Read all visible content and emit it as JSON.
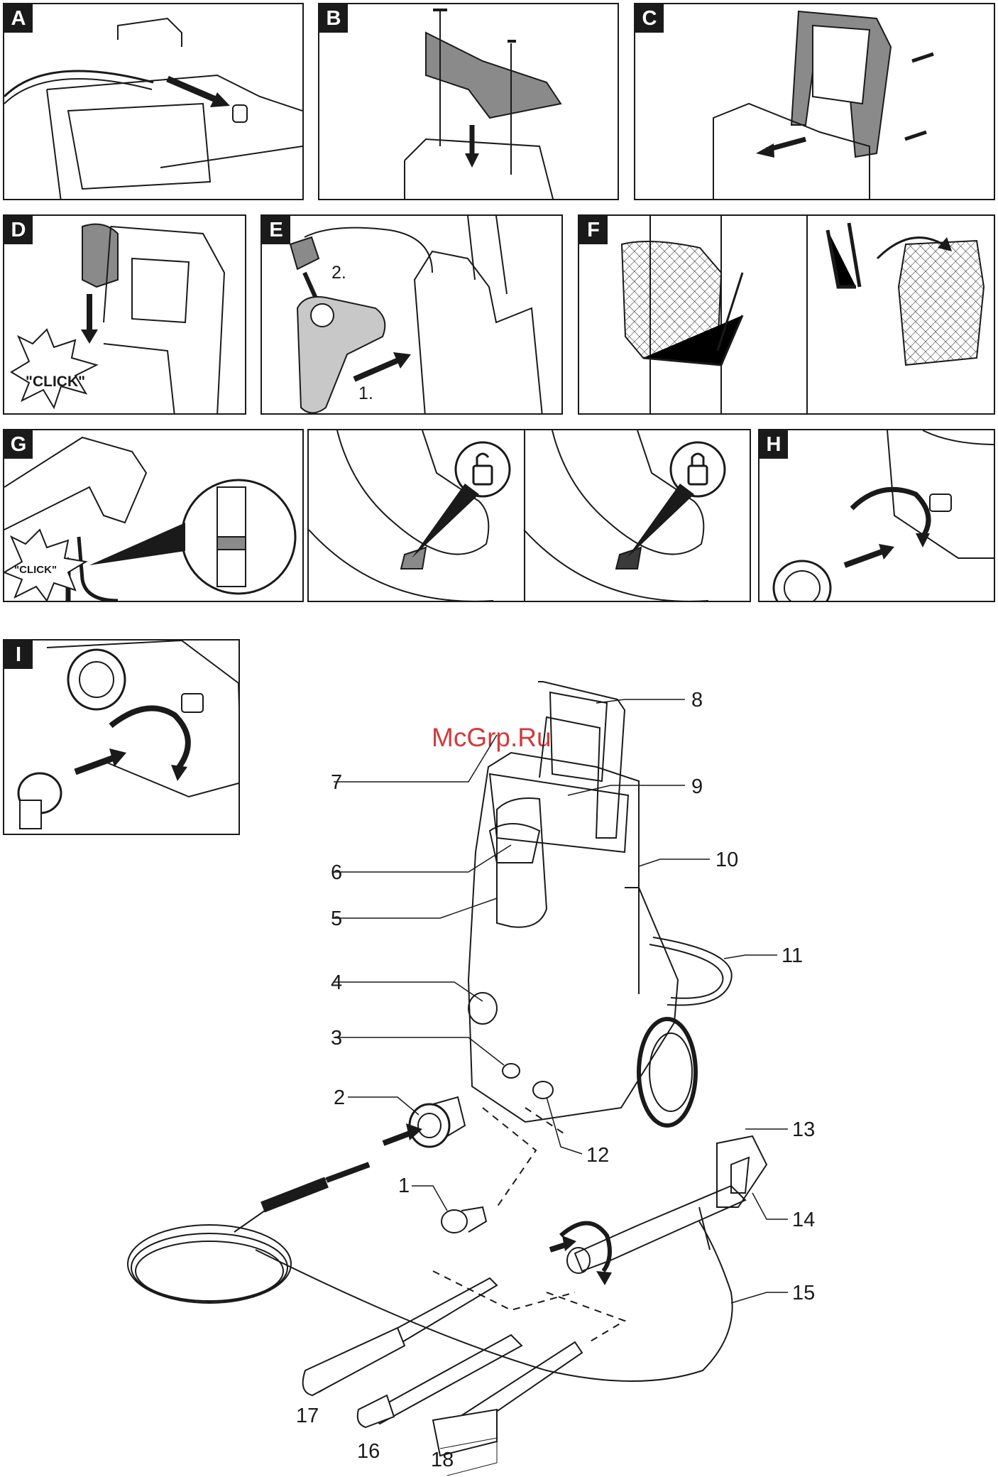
{
  "panels": {
    "A": {
      "label": "A"
    },
    "B": {
      "label": "B"
    },
    "C": {
      "label": "C"
    },
    "D": {
      "label": "D",
      "click": "\"CLICK\""
    },
    "E": {
      "label": "E",
      "step1": "1.",
      "step2": "2."
    },
    "F": {
      "label": "F"
    },
    "G": {
      "label": "G",
      "click": "\"CLICK\""
    },
    "H": {
      "label": "H"
    },
    "I": {
      "label": "I"
    }
  },
  "watermark": "McGrp.Ru",
  "callouts": [
    "1",
    "2",
    "3",
    "4",
    "5",
    "6",
    "7",
    "8",
    "9",
    "10",
    "11",
    "12",
    "13",
    "14",
    "15",
    "16",
    "17",
    "18"
  ],
  "colors": {
    "line": "#1a1a1a",
    "part_gray": "#8a8a8a",
    "light_gray": "#c8c8c8",
    "accent": "#d23a3a"
  }
}
